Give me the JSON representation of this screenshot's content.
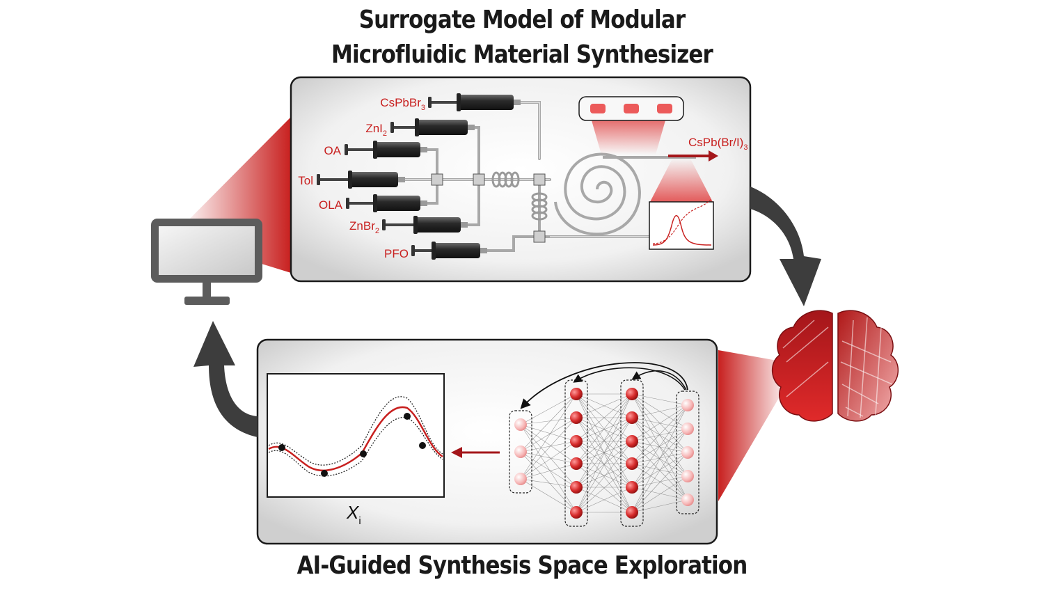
{
  "title": {
    "line1": "Surrogate Model of Modular",
    "line2": "Microfluidic Material Synthesizer"
  },
  "bottom_title": "AI-Guided Synthesis Space Exploration",
  "reagents": [
    {
      "base": "CsPbBr",
      "sub": "3"
    },
    {
      "base": "ZnI",
      "sub": "2"
    },
    {
      "base": "OA",
      "sub": ""
    },
    {
      "base": "Tol",
      "sub": ""
    },
    {
      "base": "OLA",
      "sub": ""
    },
    {
      "base": "ZnBr",
      "sub": "2"
    },
    {
      "base": "PFO",
      "sub": ""
    }
  ],
  "product": {
    "base": "CsPb(Br/I)",
    "sub": "3"
  },
  "plot_axis": {
    "base": "X",
    "sub": "i"
  },
  "icons": [
    "monitor-icon",
    "brain-icon",
    "neural-network-icon"
  ],
  "colors": {
    "accent": "#c8201f",
    "arrow": "#404040",
    "panel_border": "#1a1a1a"
  }
}
